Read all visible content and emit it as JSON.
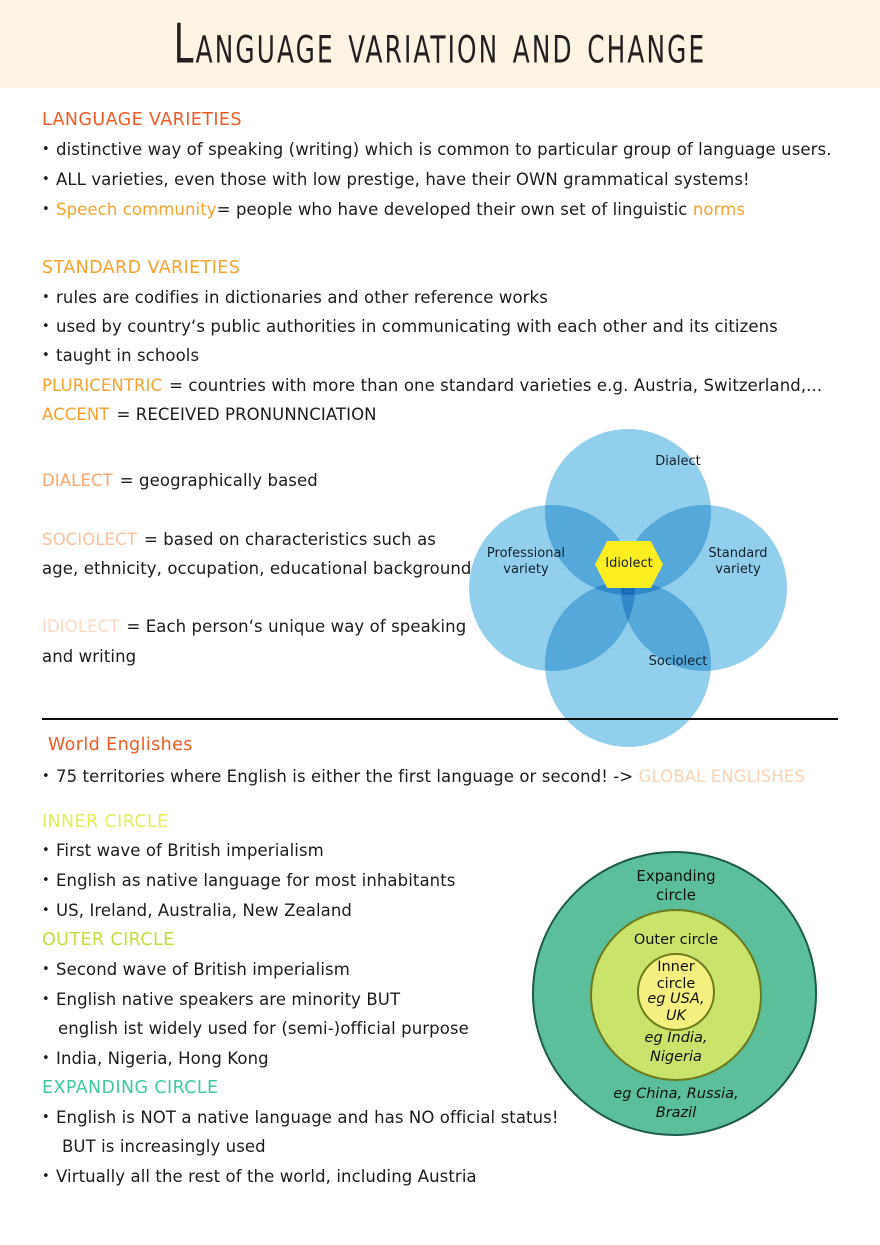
{
  "title": "Language variation and change",
  "sections": {
    "language_varieties": {
      "heading": "LANGUAGE VARIETIES",
      "b1": "distinctive way of speaking (writing) which is common to particular group of language users.",
      "b2": "ALL varieties, even those with low prestige, have their OWN grammatical systems!",
      "b3_term": "Speech community",
      "b3_rest": "= people who have developed their own set of linguistic ",
      "b3_highlight": "norms"
    },
    "standard_varieties": {
      "heading": "STANDARD VARIETIES",
      "b1": "rules are codifies in dictionaries and other reference works",
      "b2": "used by country‘s public authorities in communicating with each other and its citizens",
      "b3": "taught in schools",
      "pluricentric_term": "PLURICENTRIC",
      "pluricentric_def": "= countries with more than one standard varieties e.g. Austria, Switzerland,...",
      "accent_term": "ACCENT",
      "accent_def": "= RECEIVED PRONUNNCIATION"
    },
    "lects": {
      "dialect_term": "DIALECT",
      "dialect_def": "= geographically based",
      "sociolect_term": "SOCIOLECT",
      "sociolect_def": "= based on characteristics such as",
      "sociolect_line2": "age, ethnicity, occupation, educational background",
      "idiolect_term": "IDIOLECT",
      "idiolect_def": "= Each person‘s unique way of speaking",
      "idiolect_line2": "and writing"
    },
    "world_englishes": {
      "heading": "World Englishes",
      "b1": "75 territories where English is either the first language or second! -> ",
      "b1_highlight": "GLOBAL ENGLISHES"
    },
    "inner_circle": {
      "heading": "INNER CIRCLE",
      "b1": "First wave of British imperialism",
      "b2": "English as native language for most inhabitants",
      "b3": "US, Ireland, Australia, New Zealand"
    },
    "outer_circle": {
      "heading": "OUTER CIRCLE",
      "b1": "Second wave of British imperialism",
      "b2": "English native speakers are minority BUT",
      "b2_cont": "english ist widely used for (semi-)official purpose",
      "b3": "India, Nigeria, Hong Kong"
    },
    "expanding_circle": {
      "heading": "EXPANDING CIRCLE",
      "b1": "English is NOT a native language and has NO official status!",
      "b1_cont": "BUT is increasingly used",
      "b2": "Virtually all the rest of the world, including Austria"
    }
  },
  "venn_diagram": {
    "top": "Dialect",
    "left": "Professional\nvariety",
    "right": "Standard\nvariety",
    "bottom": "Sociolect",
    "center": "Idiolect"
  },
  "circles_diagram": {
    "expanding": "Expanding\ncircle",
    "outer": "Outer circle",
    "inner": "Inner\ncircle",
    "inner_eg": "eg USA,\nUK",
    "outer_eg": "eg India,\nNigeria",
    "expanding_eg": "eg China, Russia,\nBrazil"
  },
  "colors": {
    "banner_bg": "#fdf3e3",
    "orange": "#f15a24",
    "amber": "#f6a22c",
    "salmon": "#fba56a",
    "lime": "#c3dd3d",
    "teal": "#3fc9a3",
    "venn_blue": "#7ac5e8",
    "venn_center_yellow": "#fcee21",
    "circle_expanding_green": "#5cbf9b",
    "circle_outer_green": "#c9e36b",
    "circle_inner_yellow": "#f5ef80"
  }
}
